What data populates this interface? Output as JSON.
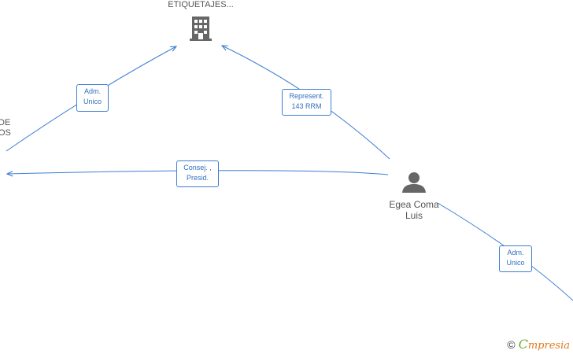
{
  "nodes": {
    "company_top": {
      "label": "ETIQUETAJES..."
    },
    "company_left": {
      "label_line1": "DE",
      "label_line2": "OS"
    },
    "person": {
      "label_line1": "Egea Coma",
      "label_line2": "Luis"
    }
  },
  "edges": [
    {
      "id": "adm-unico-left",
      "line1": "Adm.",
      "line2": "Unico"
    },
    {
      "id": "represent",
      "line1": "Represent.",
      "line2": "143 RRM"
    },
    {
      "id": "consej-presid",
      "line1": "Consej. ,",
      "line2": "Presid."
    },
    {
      "id": "adm-unico-right",
      "line1": "Adm.",
      "line2": "Unico"
    }
  ],
  "branding": {
    "copyright": "©",
    "logo_initial": "C",
    "logo_rest": "mpresia"
  },
  "colors": {
    "edge": "#3d7fd1",
    "node_icon": "#666666",
    "brand": "#e07a1f"
  }
}
